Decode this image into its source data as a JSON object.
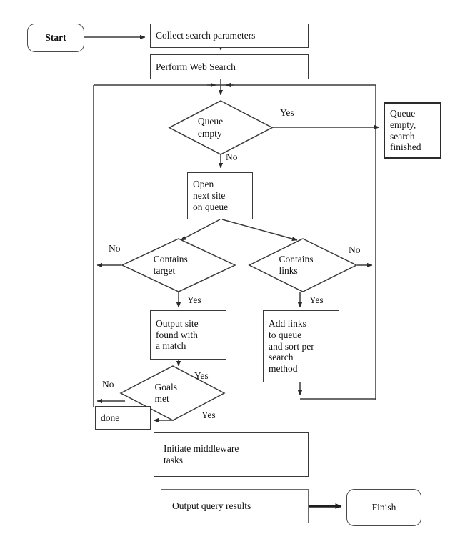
{
  "diagram": {
    "title": "Web search engine flowchart",
    "type": "flowchart",
    "stroke_color": "#3a3a3a",
    "text_color": "#111111",
    "background": "#ffffff"
  },
  "nodes": {
    "start": {
      "label": "Start",
      "shape": "terminal"
    },
    "collect": {
      "label": "Collect search parameters",
      "shape": "process"
    },
    "perform": {
      "label": "Perform Web Search",
      "shape": "process"
    },
    "queue_empty": {
      "label": "Queue\nempty",
      "shape": "decision"
    },
    "queue_finished": {
      "label": "Queue\nempty,\nsearch\nfinished",
      "shape": "process"
    },
    "open_next": {
      "label": "Open\nnext site\non queue",
      "shape": "process"
    },
    "contains_target": {
      "label": "Contains\ntarget",
      "shape": "decision"
    },
    "contains_links": {
      "label": "Contains\nlinks",
      "shape": "decision"
    },
    "output_site": {
      "label": "Output site\nfound with\na match",
      "shape": "process"
    },
    "add_links": {
      "label": "Add links\nto queue\nand sort per\nsearch\nmethod",
      "shape": "process"
    },
    "goals_met": {
      "label": "Goals\nmet",
      "shape": "decision"
    },
    "done": {
      "label": "done",
      "shape": "process"
    },
    "middleware": {
      "label": "Initiate middleware\ntasks",
      "shape": "process"
    },
    "output_query": {
      "label": "Output query results",
      "shape": "process"
    },
    "finish": {
      "label": "Finish",
      "shape": "terminal"
    }
  },
  "edge_labels": {
    "queue_empty_yes": "Yes",
    "queue_empty_no": "No",
    "contains_target_no": "No",
    "contains_target_yes": "Yes",
    "contains_links_no": "No",
    "contains_links_yes": "Yes",
    "goals_met_no": "No",
    "goals_met_yes_top": "Yes",
    "goals_met_yes_bottom": "Yes"
  }
}
